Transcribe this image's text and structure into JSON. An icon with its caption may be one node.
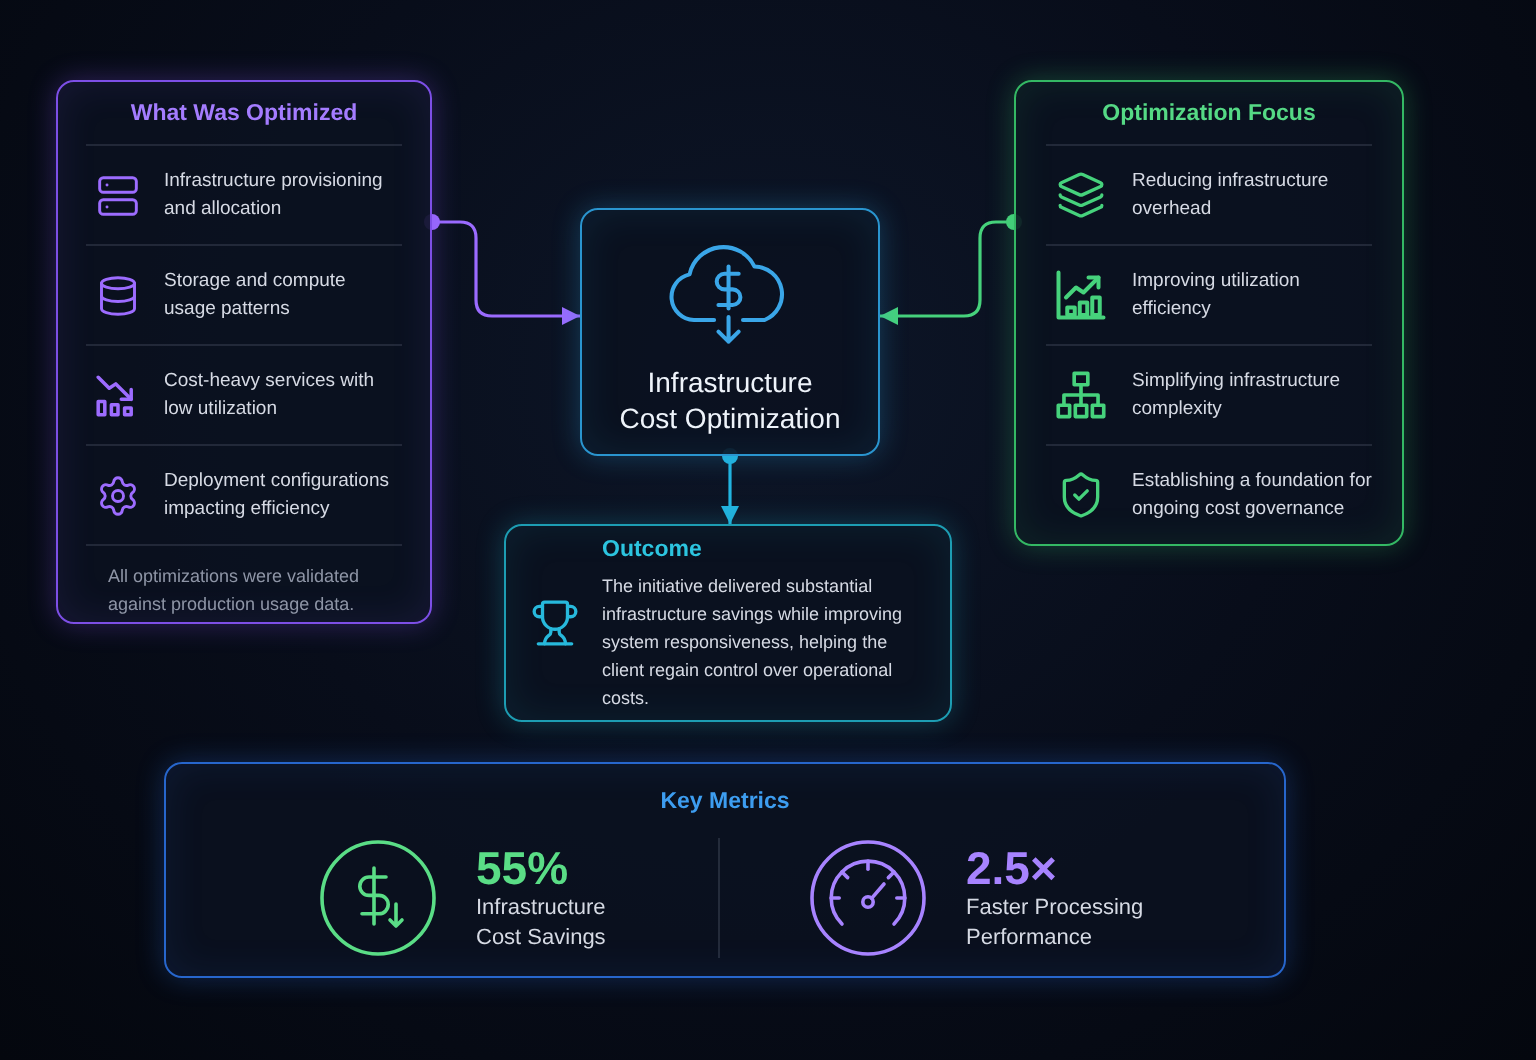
{
  "diagram": {
    "nodes": [
      {
        "text": [
          "What Was Optimized",
          "Infrastructure provisioning and allocation",
          "Storage and compute usage patterns",
          "Cost-heavy services with low utilization",
          "Deployment configurations impacting efficiency",
          "All optimizations were validated against production usage data."
        ]
      },
      {
        "text": [
          "Infrastructure Cost Optimization"
        ]
      },
      {
        "text": [
          "Optimization Focus",
          "Reducing infrastructure overhead",
          "Improving utilization efficiency",
          "Simplifying infrastructure complexity",
          "Establishing a foundation for ongoing cost governance"
        ]
      },
      {
        "text": [
          "Outcome",
          "The initiative delivered substantial infrastructure savings while improving system responsiveness, helping the client regain control over operational costs."
        ]
      },
      {
        "text": [
          "Key Metrics",
          "55%",
          "Infrastructure Cost Savings",
          "2.5×",
          "Faster Processing Performance"
        ]
      }
    ],
    "edges": [
      {
        "from": 0,
        "to": 1,
        "arrow": "to",
        "color": "#9b6bff"
      },
      {
        "from": 2,
        "to": 1,
        "arrow": "to",
        "color": "#46d27c"
      },
      {
        "from": 1,
        "to": 3,
        "arrow": "to",
        "color": "#22b4e0"
      }
    ]
  }
}
